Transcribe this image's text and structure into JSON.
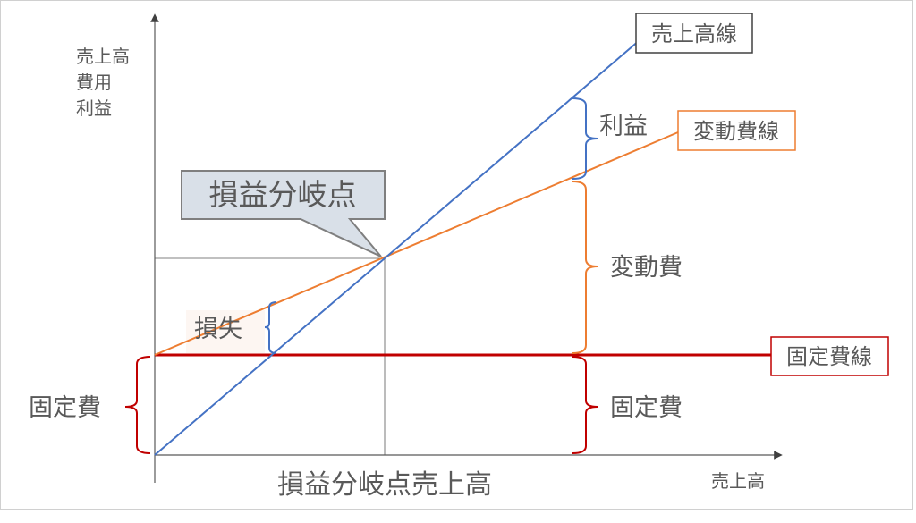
{
  "axes": {
    "y_label_lines": [
      "売上高",
      "費用",
      "利益"
    ],
    "x_label": "売上高"
  },
  "callout": {
    "label": "損益分岐点"
  },
  "x_marker_label": "損益分岐点売上高",
  "line_labels": {
    "sales_line": "売上高線",
    "variable_cost_line": "変動費線",
    "fixed_cost_line": "固定費線"
  },
  "brace_labels": {
    "profit": "利益",
    "variable_cost": "変動費",
    "fixed_cost_right": "固定費",
    "fixed_cost_left": "固定費",
    "loss": "損失"
  },
  "colors": {
    "sales": "#4472c4",
    "variable": "#ed7d31",
    "fixed": "#c00000",
    "axis": "#595959",
    "callout_fill": "#d9e0e8"
  }
}
